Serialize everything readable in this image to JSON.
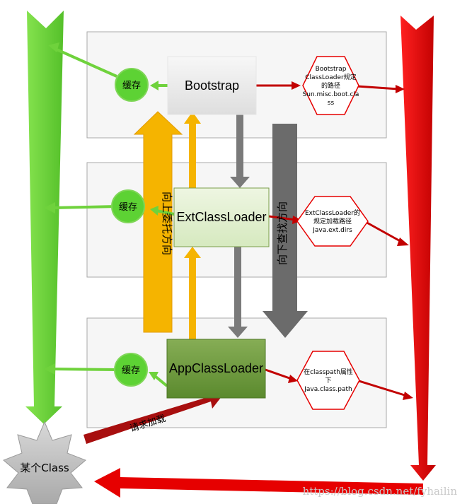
{
  "nodes": {
    "bootstrap": "Bootstrap",
    "ext": "ExtClassLoader",
    "app": "AppClassLoader"
  },
  "cache": {
    "top": "缓存",
    "mid": "缓存",
    "bottom": "缓存"
  },
  "hexagons": {
    "bootstrap": [
      "Bootstrap",
      "ClassLoader规定",
      "的路径",
      "Sun.misc.boot.cla",
      "ss"
    ],
    "ext": [
      "ExtClassLoader的",
      "规定加载路径",
      "Java.ext.dirs"
    ],
    "app": [
      "在classpath属性",
      "下",
      "Java.class.path"
    ]
  },
  "arrows": {
    "delegate_up": "向上委托方向",
    "search_down": "向下查找方向",
    "request_load": "请求加载"
  },
  "star": {
    "label": "某个Class"
  },
  "watermark": "https://blog.csdn.net/fyhailin",
  "colors": {
    "green": "#6fd23c",
    "red": "#e60000",
    "orange": "#f5b400",
    "gray": "#6b6b6b",
    "dark_red": "#a80f0f"
  }
}
